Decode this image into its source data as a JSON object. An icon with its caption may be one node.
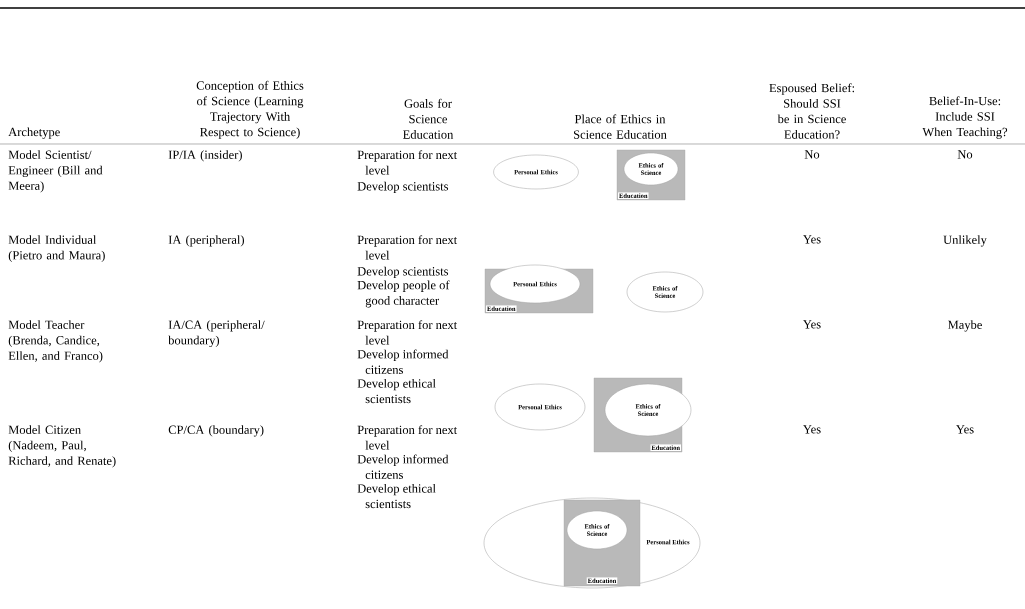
{
  "diagram": {
    "nodes": [
      {
        "text": [
          "Personal Ethics"
        ]
      },
      {
        "text": [
          "Education"
        ]
      },
      {
        "text": [
          "Ethics of Science"
        ],
        "in": 1
      },
      {
        "text": [
          "Education"
        ]
      },
      {
        "text": [
          "Personal Ethics"
        ],
        "in": 3
      },
      {
        "text": [
          "Ethics of Science"
        ]
      },
      {
        "text": [
          "Personal Ethics"
        ]
      },
      {
        "text": [
          "Education"
        ]
      },
      {
        "text": [
          "Ethics of Science"
        ],
        "in": 7
      },
      {
        "text": [
          "Personal Ethics"
        ]
      },
      {
        "text": [
          "Education"
        ],
        "in": 9
      },
      {
        "text": [
          "Ethics of Science"
        ],
        "in": 10
      }
    ],
    "labels": [
      "Archetype",
      "Conception of Ethics of Science (Learning Trajectory With Respect to Science)",
      "Goals for Science Education",
      "Place of Ethics in Science Education",
      "Espoused Belief: Should SSI be in Science Education?",
      "Belief-In-Use: Include SSI When Teaching?",
      "Model Scientist/ Engineer (Bill and Meera)",
      "IP/IA (insider)",
      "Preparation for next level",
      "Develop scientists",
      "No",
      "No",
      "Model Individual (Pietro and Maura)",
      "IA (peripheral)",
      "Preparation for next level",
      "Develop scientists",
      "Develop people of good character",
      "Yes",
      "Unlikely",
      "Model Teacher (Brenda, Candice, Ellen, and Franco)",
      "IA/CA (peripheral/ boundary)",
      "Preparation for next level",
      "Develop informed citizens",
      "Develop ethical scientists",
      "Yes",
      "Maybe",
      "Model Citizen (Nadeem, Paul, Richard, and Renate)",
      "CP/CA (boundary)",
      "Preparation for next level",
      "Develop informed citizens",
      "Develop ethical scientists",
      "Yes",
      "Yes"
    ]
  }
}
